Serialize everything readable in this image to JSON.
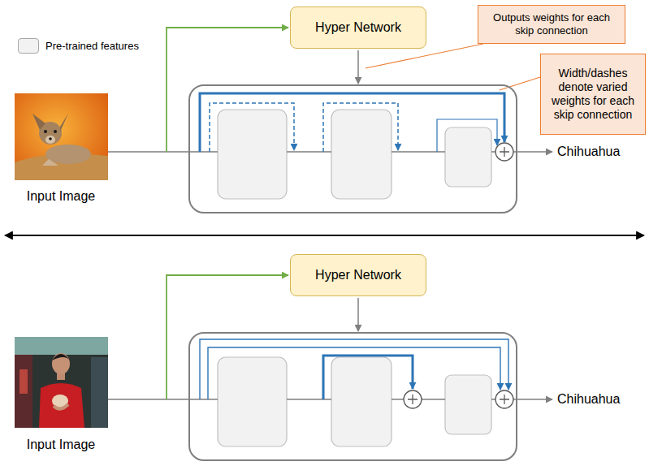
{
  "diagram": {
    "nodes": [
      {
        "text": [
          "Hyper Network"
        ]
      },
      {
        "text": [
          "Outputs weights for each skip connection"
        ]
      },
      {
        "text": [
          "Width/dashes denote varied weights for each skip connection"
        ]
      },
      {
        "text": [
          "Hyper Network"
        ]
      }
    ],
    "labels": [
      "Input Image",
      "Chihuahua",
      "Input Image",
      "Chihuahua"
    ],
    "legend": [
      {
        "text": "Pre-trained features",
        "color": "#f2f2f2"
      }
    ]
  }
}
